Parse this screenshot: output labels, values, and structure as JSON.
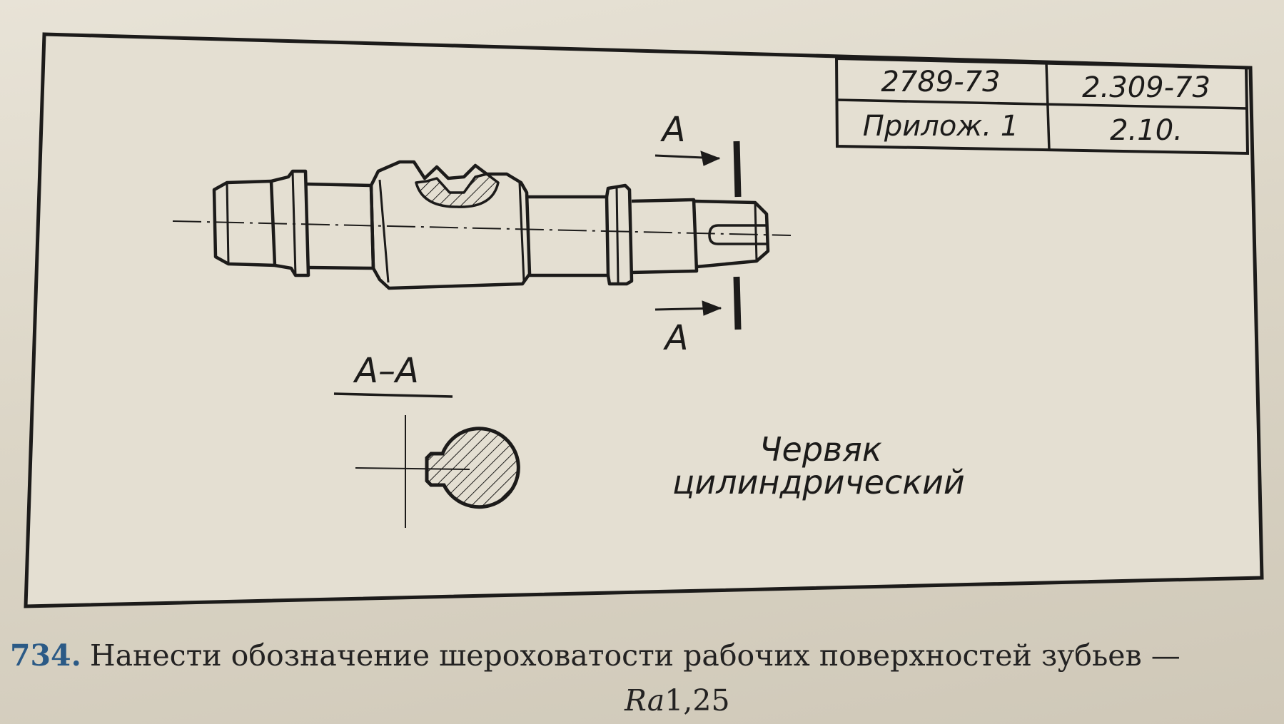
{
  "stamp": {
    "cells": [
      [
        "2789-73",
        "2.309-73"
      ],
      [
        "Прилож. 1",
        "2.10."
      ]
    ]
  },
  "section_marks": {
    "top_letter": "A",
    "bottom_letter": "A",
    "section_title": "A–A"
  },
  "part_name": {
    "line1": "Червяк",
    "line2": "цилиндрический"
  },
  "exercise": {
    "number": "734.",
    "text": "Нанести обозначение шероховатости рабочих поверхностей зубьев —",
    "ra_symbol": "Ra",
    "ra_value": "1,25"
  },
  "colors": {
    "ink": "#1c1b1a",
    "paper": "#e2ddd0",
    "exercise_number": "#2b5a86"
  }
}
